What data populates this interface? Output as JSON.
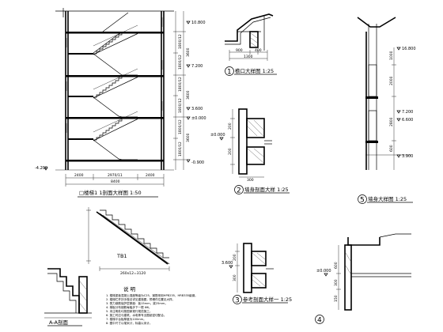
{
  "stair_section": {
    "title": "□楼梯1 1剖面大样图 1:50",
    "levels": [
      "10.800",
      "7.200",
      "3.600",
      "±0.000",
      "-0.900",
      "-4.200"
    ],
    "flight_heights": [
      "1800/12",
      "1800/12",
      "1800/12",
      "1800/12",
      "1800/12",
      "1800/12"
    ],
    "floor_heights": [
      "3600",
      "3600",
      "3600"
    ],
    "dims_bottom_1": [
      "2400",
      "2970/11",
      "2400"
    ],
    "dims_bottom_2": [
      "8400"
    ]
  },
  "detail_1": {
    "number": "1",
    "title": "檐口大样图 1:25",
    "dims": [
      "900",
      "400",
      "1300"
    ]
  },
  "detail_2": {
    "number": "2",
    "title": "墙身剖面大样 1:25",
    "levels": [
      "±0.000"
    ],
    "dims": [
      "200",
      "200",
      "300"
    ]
  },
  "detail_3": {
    "number": "3",
    "title": "参考剖面大样一 1:25",
    "levels": [
      "3.600"
    ],
    "dims": [
      "200",
      "300"
    ]
  },
  "detail_4": {
    "number": "4",
    "title": "",
    "levels": [
      "±0.000"
    ],
    "dims": [
      "600",
      "300",
      "150"
    ]
  },
  "detail_5": {
    "number": "5",
    "title": "墙身大样图 1:25",
    "levels": [
      "16.800",
      "7.200",
      "6.600",
      "3.900"
    ],
    "dims": [
      "1000",
      "2000",
      "2800",
      "600"
    ]
  },
  "stair_detail": {
    "title": "TB1",
    "dims": [
      "260x12=3120"
    ]
  },
  "notes": {
    "heading": "说 明",
    "lines": [
      "1. 楼梯梁板混凝土强度等级为C25，钢筋采用HPB235、HRB335级钢。",
      "2. 楼梯栏杆扶手做法详见建施图，预埋件位置见大样。",
      "3. 受力钢筋保护层厚度：板15mm，梁25mm。",
      "4. 梯板分布钢筋每踏步下一根 Φ6。",
      "5. 未注明处均按国家现行规范施工。",
      "6. 施工时应与建筑、水电等专业图纸密切配合。",
      "7. 楼梯平台板厚度为100mm。",
      "8. 图中尺寸以毫米计，标高以米计。"
    ]
  },
  "corner_detail": {
    "title": "A-A剖面"
  }
}
